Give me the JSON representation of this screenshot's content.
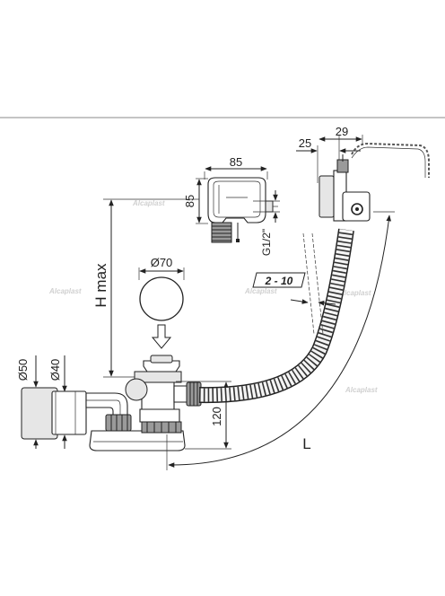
{
  "watermark": "Alcaplast",
  "dimensions": {
    "d50": "Ø50",
    "d40": "Ø40",
    "d70": "Ø70",
    "h_max": "H max",
    "w85": "85",
    "h85": "85",
    "g12": "G1/2\"",
    "range": "2 - 10",
    "d25": "25",
    "d29": "29",
    "h120": "120",
    "length": "L"
  }
}
